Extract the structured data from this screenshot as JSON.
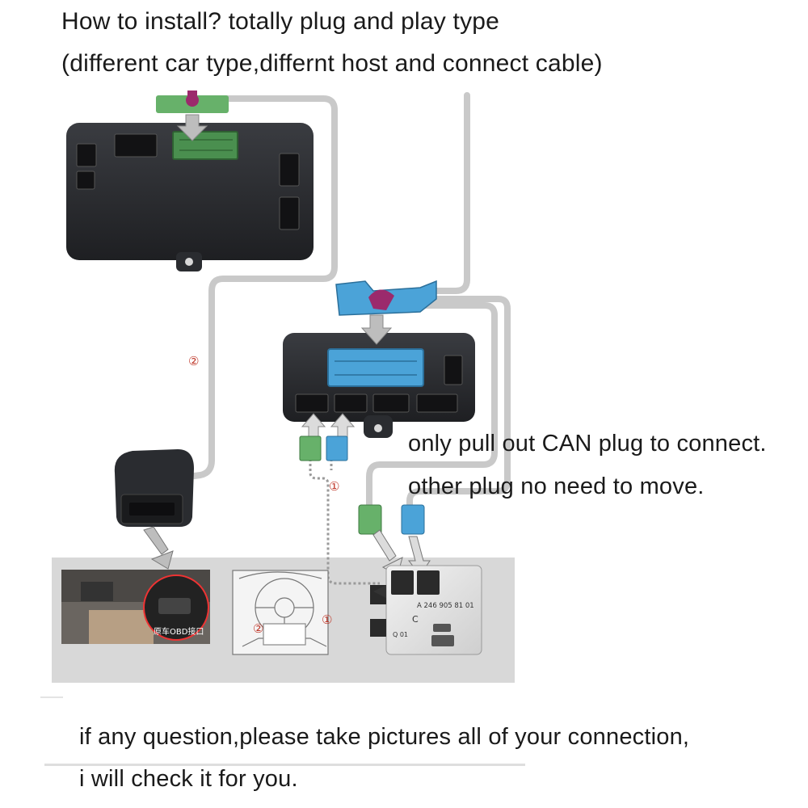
{
  "header": {
    "line1": "How to install? totally plug and play type",
    "line2": "(different car type,differnt host and connect cable)"
  },
  "notes": {
    "can_line1": "only pull out CAN plug to connect.",
    "can_line2": "other plug no need to move."
  },
  "footer": {
    "line1": "if any question,please take pictures all of your connection,",
    "line2": "i will check it for you."
  },
  "markers": {
    "cable_one": "①",
    "cable_two": "②",
    "photo_one": "①",
    "photo_two": "②"
  },
  "gateway_label": {
    "part_no": "A 246 905 81 01",
    "letter_c": "C",
    "letter_q": "Q 01"
  },
  "obd_photo_caption": "原车OBD接口",
  "colors": {
    "module": "#2a2c30",
    "cable": "#c9c9c9",
    "connector_green": "#67b16a",
    "connector_blue": "#4ba3d8",
    "magenta_clip": "#9b2a6c",
    "marker_red": "#c0392b",
    "panel_gray": "#d8d8d8"
  }
}
